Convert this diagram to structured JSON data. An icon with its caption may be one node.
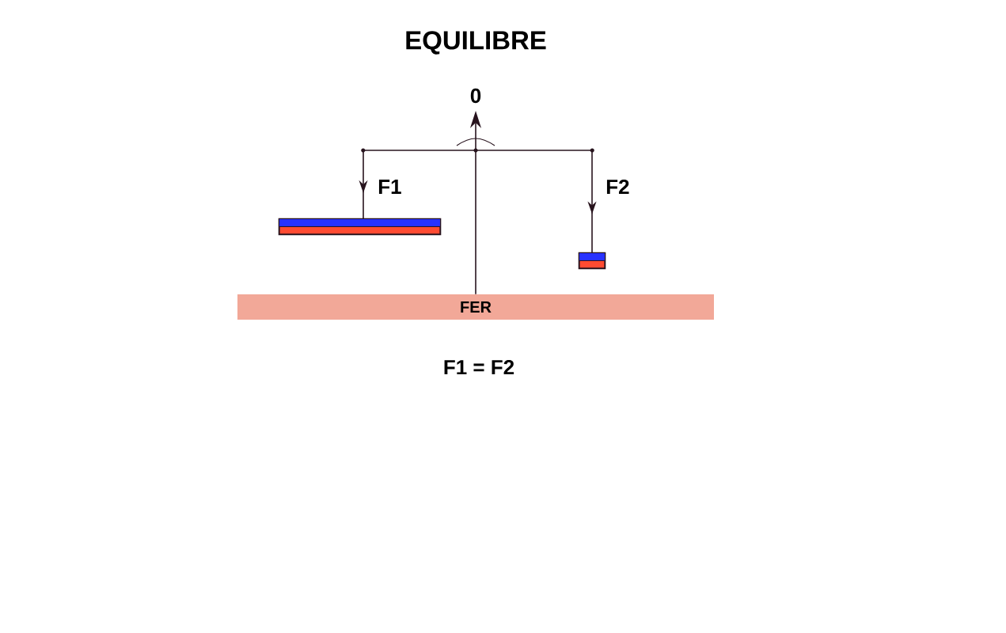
{
  "diagram": {
    "title": "EQUILIBRE",
    "nodes": [
      {
        "text": [],
        "shape": "bar"
      },
      {
        "text": [],
        "shape": "bar"
      },
      {
        "text": [],
        "shape": "bar"
      },
      {
        "text": [
          "FER"
        ]
      }
    ],
    "edges": [
      {
        "from": 0,
        "to": 1,
        "arrow": "to"
      },
      {
        "from": 0,
        "to": 3,
        "arrow": "none"
      },
      {
        "from": 0,
        "to": 2,
        "arrow": "to"
      }
    ],
    "labels": [
      "0",
      "F1",
      "F2",
      "F1 = F2"
    ]
  }
}
